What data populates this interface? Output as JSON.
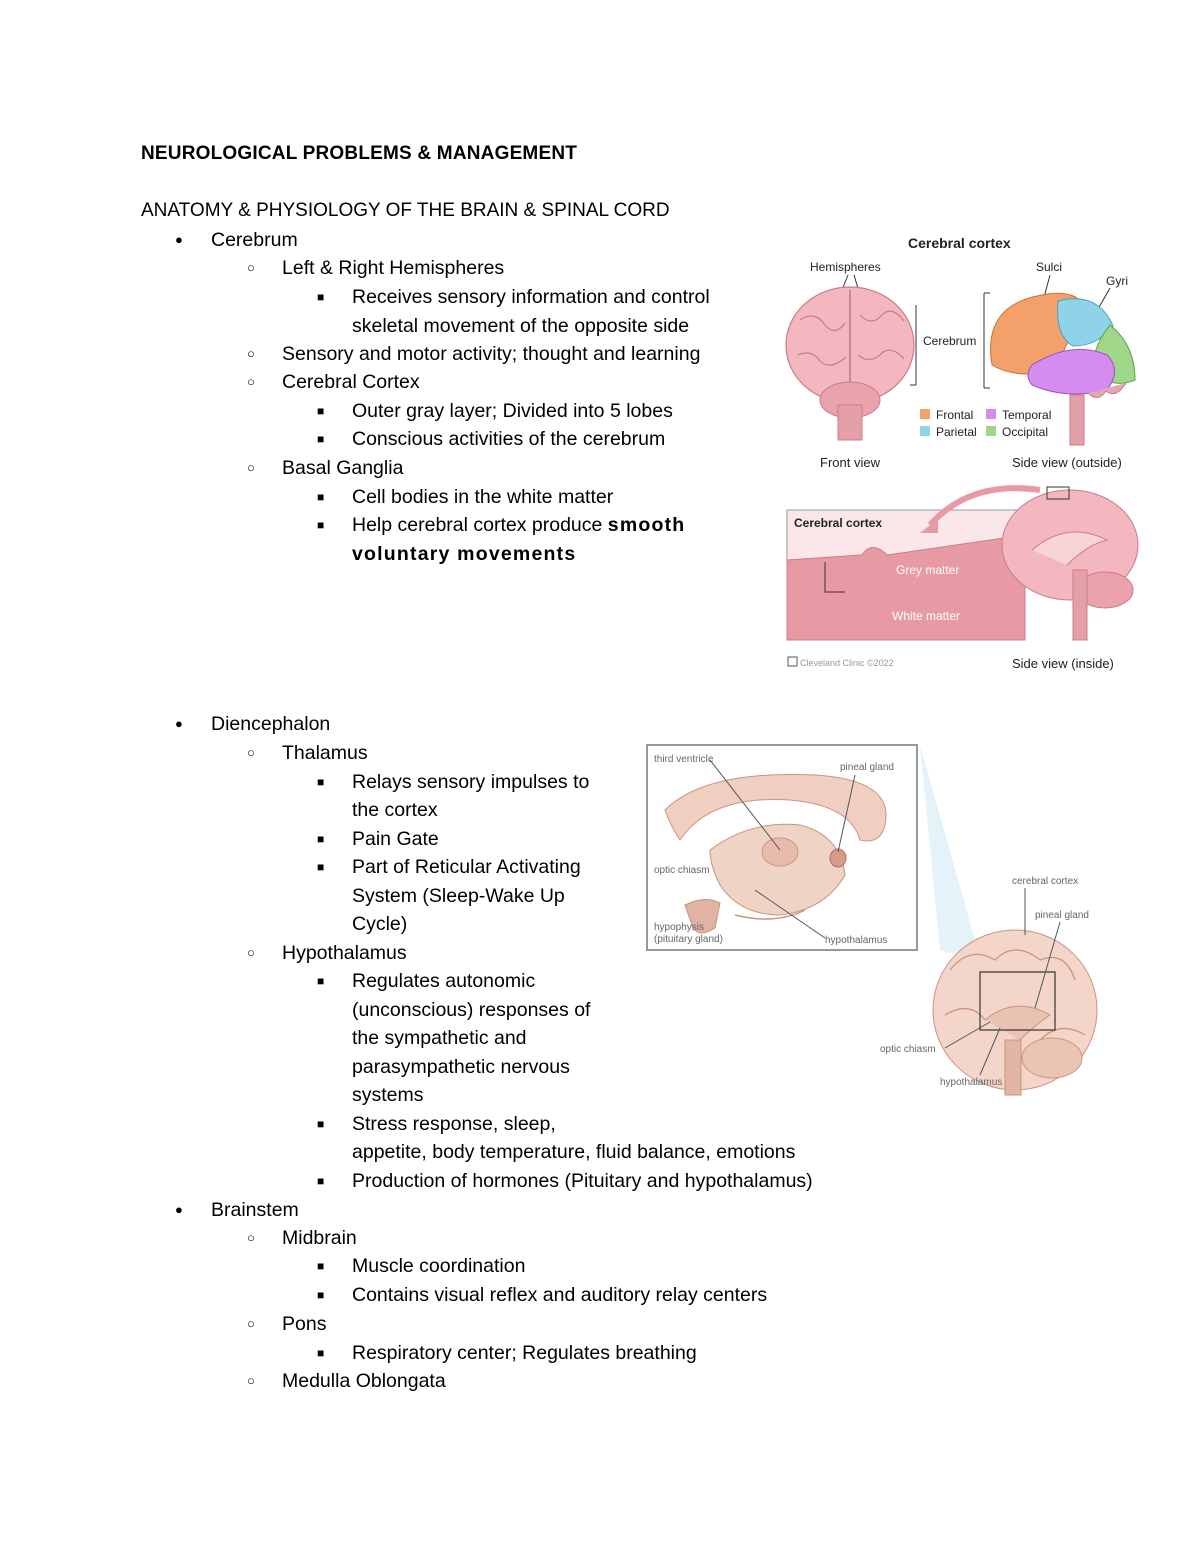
{
  "doc": {
    "title": "NEUROLOGICAL PROBLEMS & MANAGEMENT",
    "section": "ANATOMY & PHYSIOLOGY OF THE BRAIN & SPINAL CORD"
  },
  "markers": {
    "level1": "●",
    "level2": "○",
    "level3": "■"
  },
  "cerebrum": {
    "label": "Cerebrum",
    "hemispheres": "Left & Right Hemispheres",
    "hemi_1a": "Receives sensory information and control",
    "hemi_1b": "skeletal movement of the opposite side",
    "sensory": "Sensory and motor activity; thought and learning",
    "cortex": "Cerebral Cortex",
    "cortex_1": "Outer gray layer; Divided into 5 lobes",
    "cortex_2": "Conscious activities of the cerebrum",
    "basal": "Basal Ganglia",
    "basal_1": "Cell bodies in the white matter",
    "basal_2_plain": "Help cerebral cortex produce ",
    "basal_2_bold": "smooth",
    "basal_2_bold2": "voluntary movements"
  },
  "diencephalon": {
    "label": "Diencephalon",
    "thalamus": "Thalamus",
    "th_1a": "Relays sensory impulses to",
    "th_1b": "the cortex",
    "th_2": "Pain Gate",
    "th_3a": "Part of Reticular Activating",
    "th_3b": "System (Sleep-Wake Up",
    "th_3c": "Cycle)",
    "hypothalamus": "Hypothalamus",
    "hy_1a": "Regulates autonomic",
    "hy_1b": "(unconscious) responses of",
    "hy_1c": "the sympathetic and",
    "hy_1d": "parasympathetic nervous",
    "hy_1e": "systems",
    "hy_2a": "Stress response, sleep,",
    "hy_2b": "appetite, body temperature, fluid balance, emotions",
    "hy_3": "Production of hormones (Pituitary and hypothalamus)"
  },
  "brainstem": {
    "label": "Brainstem",
    "midbrain": "Midbrain",
    "mid_1": "Muscle coordination",
    "mid_2": "Contains visual reflex and auditory relay centers",
    "pons": "Pons",
    "pons_1": "Respiratory center; Regulates breathing",
    "medulla": "Medulla Oblongata"
  },
  "figure1": {
    "title": "Cerebral cortex",
    "hemispheres": "Hemispheres",
    "sulci": "Sulci",
    "gyri": "Gyri",
    "cerebrum": "Cerebrum",
    "legend": [
      "Frontal",
      "Temporal",
      "Parietal",
      "Occipital"
    ],
    "front_view": "Front view",
    "side_outside": "Side view (outside)",
    "inset_title": "Cerebral cortex",
    "grey": "Grey matter",
    "white": "White matter",
    "credit": "Cleveland Clinic ©2022",
    "side_inside": "Side view (inside)",
    "colors": {
      "frontal": "#f4a06a",
      "temporal": "#d48cf0",
      "parietal": "#8fd3ea",
      "occipital": "#9fd68a",
      "brain": "#f4b7bf"
    }
  },
  "figure2": {
    "third_ventricle": "third ventricle",
    "pineal": "pineal gland",
    "optic": "optic chiasm",
    "hypophysis_a": "hypophysis",
    "hypophysis_b": "(pituitary gland)",
    "hypothalamus": "hypothalamus",
    "cerebral_cortex": "cerebral cortex",
    "pineal2": "pineal gland",
    "optic2": "optic chiasm",
    "hypothalamus2": "hypothalamus"
  }
}
